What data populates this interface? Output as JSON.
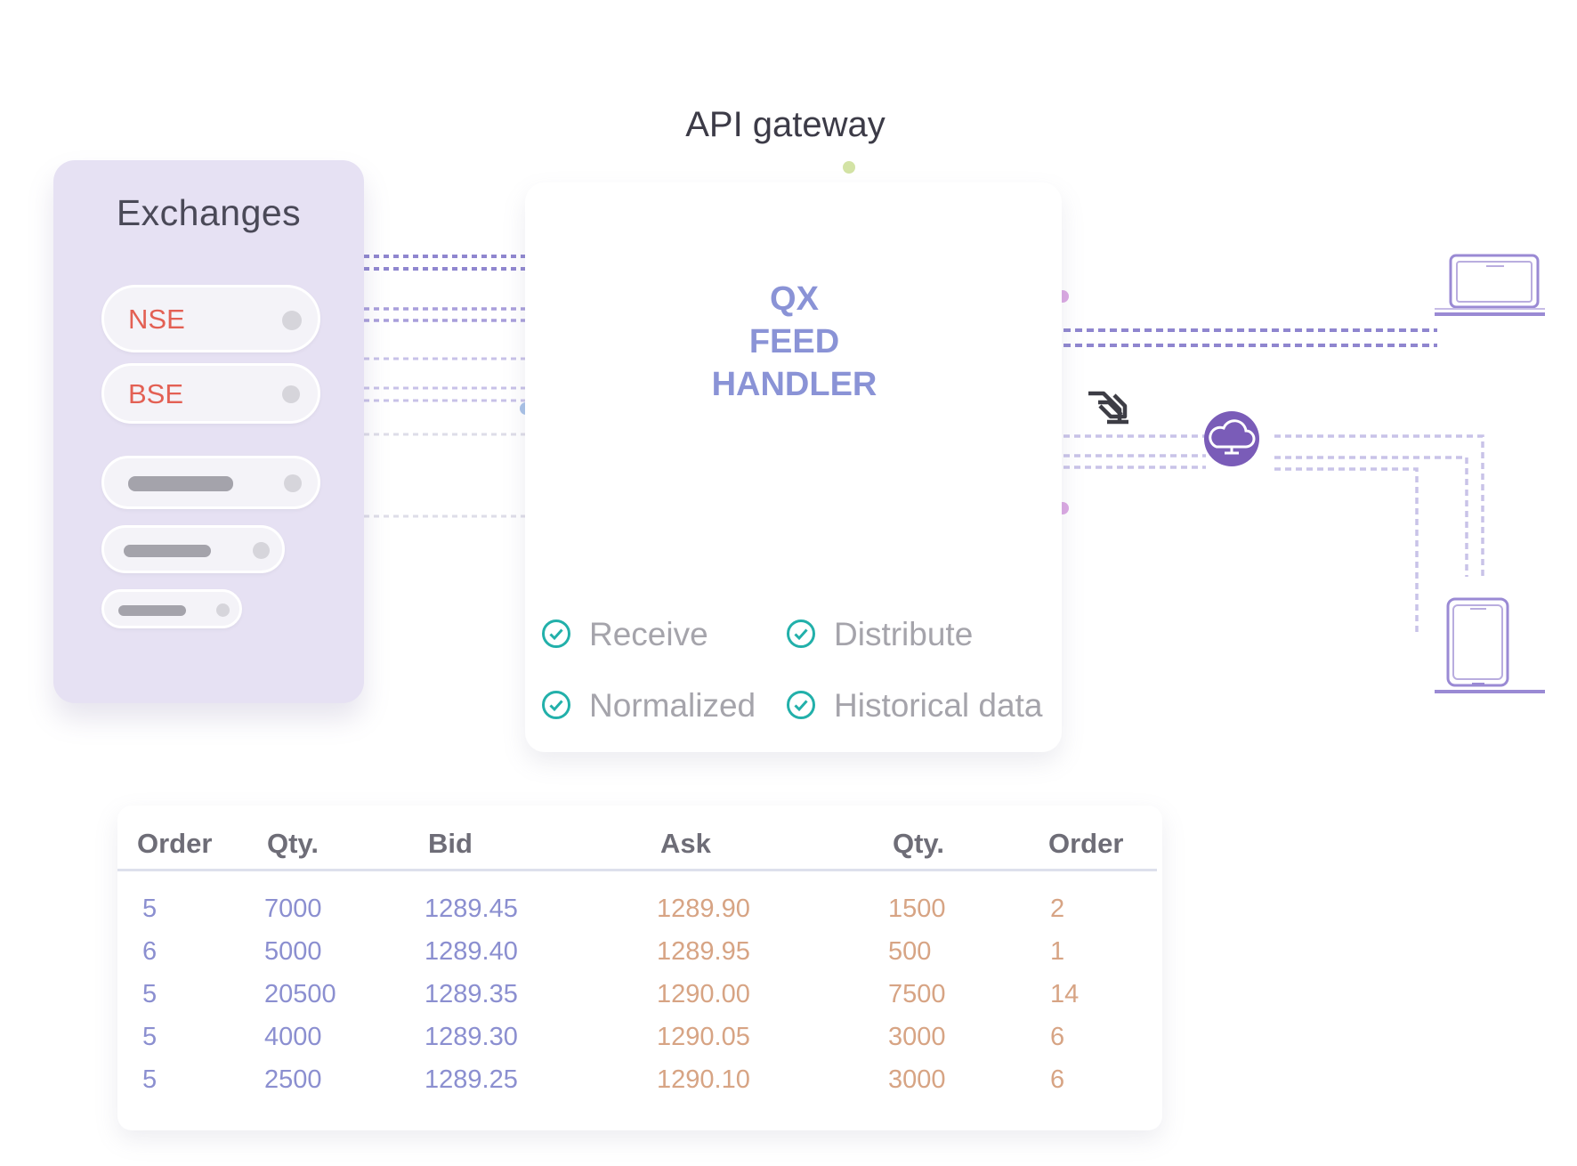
{
  "exchanges": {
    "title": "Exchanges",
    "items": [
      {
        "label": "NSE"
      },
      {
        "label": "BSE"
      }
    ]
  },
  "gateway": {
    "title": "API gateway",
    "handler_title": [
      "QX",
      "FEED",
      "HANDLER"
    ]
  },
  "features": [
    {
      "label": "Receive"
    },
    {
      "label": "Distribute"
    },
    {
      "label": "Normalized"
    },
    {
      "label": "Historical data"
    }
  ],
  "order_book": {
    "headers": [
      "Order",
      "Qty.",
      "Bid",
      "Ask",
      "Qty.",
      "Order"
    ],
    "rows": [
      [
        "5",
        "7000",
        "1289.45",
        "1289.90",
        "1500",
        "2"
      ],
      [
        "6",
        "5000",
        "1289.40",
        "1289.95",
        "500",
        "1"
      ],
      [
        "5",
        "20500",
        "1289.35",
        "1290.00",
        "7500",
        "14"
      ],
      [
        "5",
        "4000",
        "1289.30",
        "1290.05",
        "3000",
        "6"
      ],
      [
        "5",
        "2500",
        "1289.25",
        "1290.10",
        "3000",
        "6"
      ]
    ]
  },
  "icons": {
    "check": "check-circle-icon",
    "cloud": "cloud-icon",
    "websocket": "websocket-icon",
    "laptop": "laptop-icon",
    "tablet": "tablet-icon"
  },
  "colors": {
    "accent_purple": "#8a93d6",
    "exchange_label": "#e36054",
    "bid": "#8b8fd0",
    "ask": "#d7a484",
    "check": "#22b0aa",
    "panel_bg": "#e6e1f3",
    "cloud_bg": "#7a5cb8"
  }
}
